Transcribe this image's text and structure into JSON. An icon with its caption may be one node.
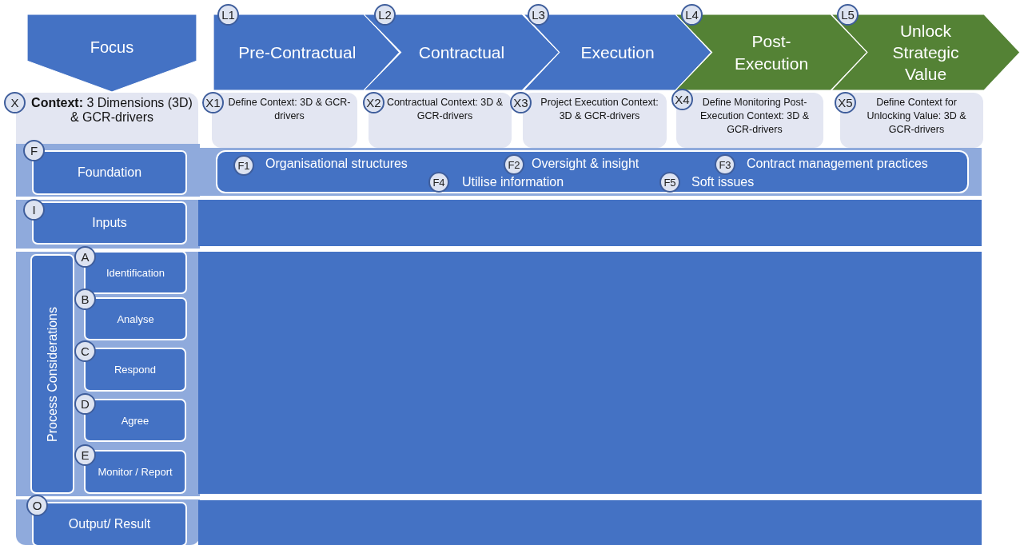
{
  "diagram": {
    "nodes": [
      {
        "text": [
          "Focus"
        ]
      },
      {
        "text": [
          "L1"
        ]
      },
      {
        "text": [
          "Pre-Contractual"
        ]
      },
      {
        "text": [
          "L2"
        ]
      },
      {
        "text": [
          "Contractual"
        ]
      },
      {
        "text": [
          "L3"
        ]
      },
      {
        "text": [
          "Execution"
        ]
      },
      {
        "text": [
          "L4"
        ]
      },
      {
        "text": [
          "Post-Execution"
        ]
      },
      {
        "text": [
          "L5"
        ]
      },
      {
        "text": [
          "Unlock Strategic Value"
        ]
      },
      {
        "text": [
          "X"
        ]
      },
      {
        "text": [
          "**Context:** 3 Dimensions (3D) & GCR-drivers"
        ]
      },
      {
        "text": [
          "X1"
        ]
      },
      {
        "text": [
          "Define Context: 3D & GCR-drivers"
        ]
      },
      {
        "text": [
          "X2"
        ]
      },
      {
        "text": [
          "Contractual Context: 3D & GCR-drivers"
        ]
      },
      {
        "text": [
          "X3"
        ]
      },
      {
        "text": [
          "Project Execution Context: 3D & GCR-drivers"
        ]
      },
      {
        "text": [
          "X4"
        ]
      },
      {
        "text": [
          "Define Monitoring Post-Execution Context: 3D & GCR-drivers"
        ]
      },
      {
        "text": [
          "X5"
        ]
      },
      {
        "text": [
          "Define Context for Unlocking Value: 3D & GCR-drivers"
        ]
      },
      {
        "text": [
          "F"
        ]
      },
      {
        "text": [
          "Foundation"
        ]
      },
      {
        "text": [
          "Organisational structures",
          "Oversight & insight",
          "Contract management practices",
          "Utilise information",
          "Soft issues"
        ]
      },
      {
        "text": [
          "F1"
        ],
        "in": 25
      },
      {
        "text": [
          "F2"
        ],
        "in": 25
      },
      {
        "text": [
          "F3"
        ],
        "in": 25
      },
      {
        "text": [
          "F4"
        ],
        "in": 25
      },
      {
        "text": [
          "F5"
        ],
        "in": 25
      },
      {
        "text": [
          "I"
        ]
      },
      {
        "text": [
          "Inputs"
        ]
      },
      {
        "text": [
          "Process Considerations"
        ]
      },
      {
        "text": [
          "A"
        ]
      },
      {
        "text": [
          "Identification"
        ]
      },
      {
        "text": [
          "B"
        ]
      },
      {
        "text": [
          "Analyse"
        ]
      },
      {
        "text": [
          "C"
        ]
      },
      {
        "text": [
          "Respond"
        ]
      },
      {
        "text": [
          "D"
        ]
      },
      {
        "text": [
          "Agree"
        ]
      },
      {
        "text": [
          "E"
        ]
      },
      {
        "text": [
          "Monitor / Report"
        ]
      },
      {
        "text": [
          "O"
        ]
      },
      {
        "text": [
          "Output/ Result"
        ]
      }
    ],
    "edges": []
  }
}
